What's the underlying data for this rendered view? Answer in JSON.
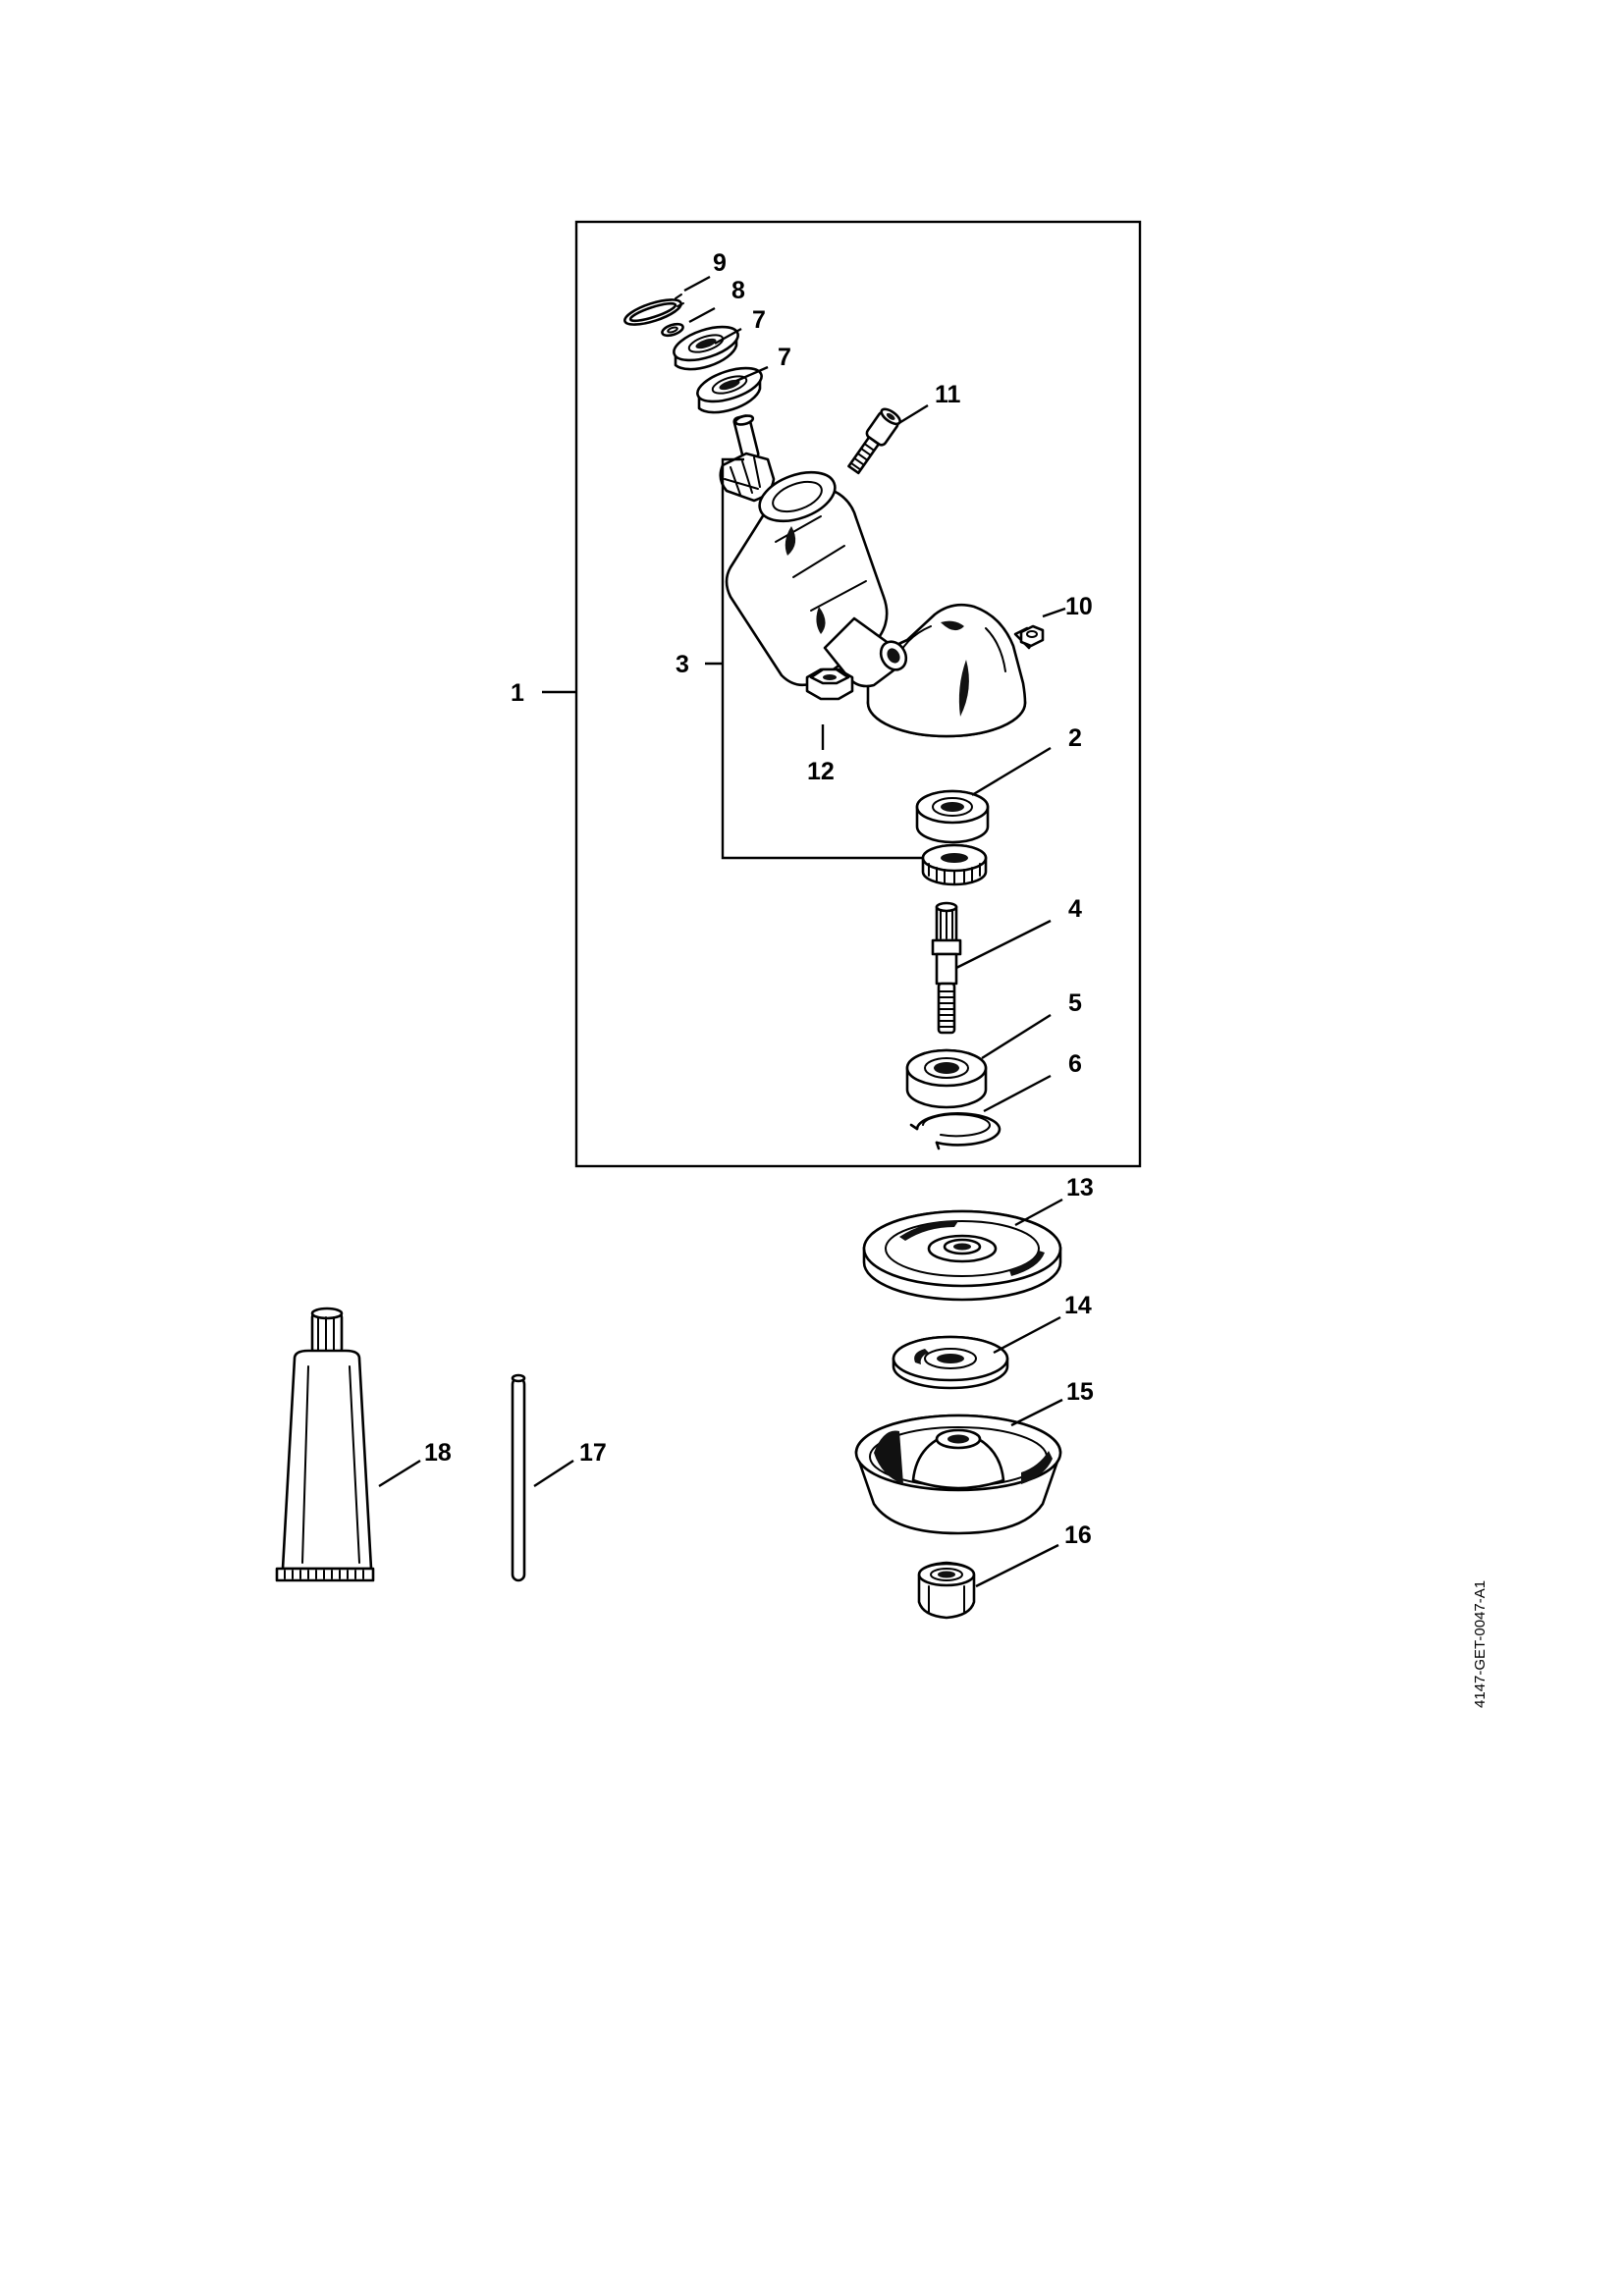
{
  "callouts": [
    {
      "id": "c9",
      "label": "9"
    },
    {
      "id": "c8",
      "label": "8"
    },
    {
      "id": "c7a",
      "label": "7"
    },
    {
      "id": "c7b",
      "label": "7"
    },
    {
      "id": "c11",
      "label": "11"
    },
    {
      "id": "c10",
      "label": "10"
    },
    {
      "id": "c1",
      "label": "1"
    },
    {
      "id": "c3",
      "label": "3"
    },
    {
      "id": "c12",
      "label": "12"
    },
    {
      "id": "c2",
      "label": "2"
    },
    {
      "id": "c4",
      "label": "4"
    },
    {
      "id": "c5",
      "label": "5"
    },
    {
      "id": "c6",
      "label": "6"
    },
    {
      "id": "c13",
      "label": "13"
    },
    {
      "id": "c14",
      "label": "14"
    },
    {
      "id": "c15",
      "label": "15"
    },
    {
      "id": "c16",
      "label": "16"
    },
    {
      "id": "c18",
      "label": "18"
    },
    {
      "id": "c17",
      "label": "17"
    }
  ],
  "drawing_code": "4147-GET-0047-A1"
}
